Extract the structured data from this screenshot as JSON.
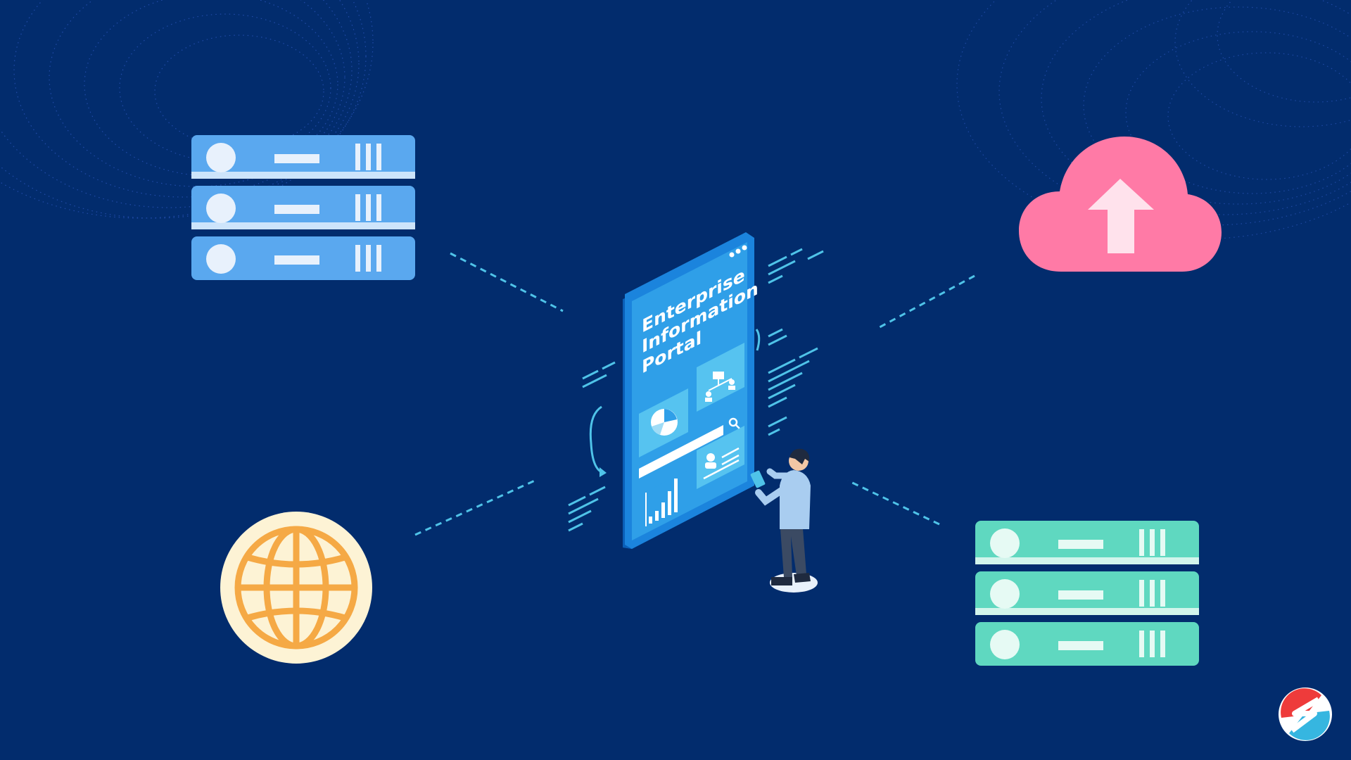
{
  "portal": {
    "title_line1": "Enterprise",
    "title_line2": "Information",
    "title_line3": "Portal",
    "screen_color": "#2f9fe8",
    "panel_color": "#56c3f0"
  },
  "nodes": [
    {
      "name": "server-stack-top-left",
      "icon": "server-icon",
      "color": "#5aa8ef"
    },
    {
      "name": "cloud-upload",
      "icon": "cloud-upload-icon",
      "color": "#ff7aa6"
    },
    {
      "name": "globe",
      "icon": "globe-icon",
      "color": "#f5a945"
    },
    {
      "name": "server-stack-bottom-right",
      "icon": "server-icon",
      "color": "#5fd8c0"
    }
  ],
  "colors": {
    "background": "#022c6d",
    "connector": "#4fc3e8",
    "dot_pattern": "#3a64d8"
  },
  "logo": {
    "icon": "brand-s-logo-icon"
  }
}
